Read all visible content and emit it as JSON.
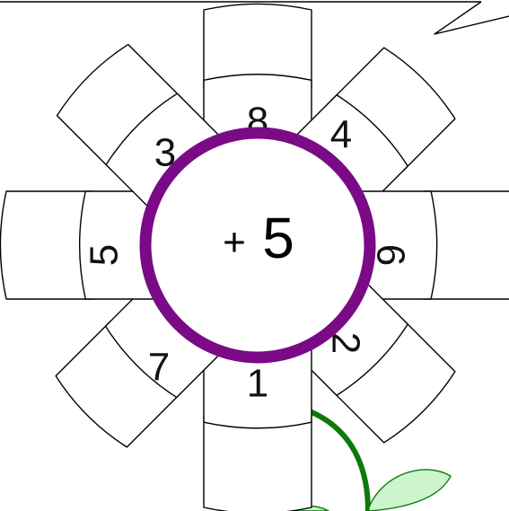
{
  "center": {
    "operator": "+",
    "value": "5",
    "ring_color": "#7a0a86"
  },
  "petals": [
    {
      "key": "top",
      "label": "8"
    },
    {
      "key": "top-right",
      "label": "4"
    },
    {
      "key": "right",
      "label": "6"
    },
    {
      "key": "bottom-right",
      "label": "2"
    },
    {
      "key": "bottom",
      "label": "1"
    },
    {
      "key": "bottom-left",
      "label": "7"
    },
    {
      "key": "left",
      "label": "5"
    },
    {
      "key": "top-left",
      "label": "3"
    }
  ],
  "stem": {
    "color": "#0a7a0a",
    "leaf_fill": "#ccf5cc",
    "leaf_stroke": "#0a7a0a"
  },
  "callout": {
    "icon": "speech-bubble-tail-icon"
  }
}
